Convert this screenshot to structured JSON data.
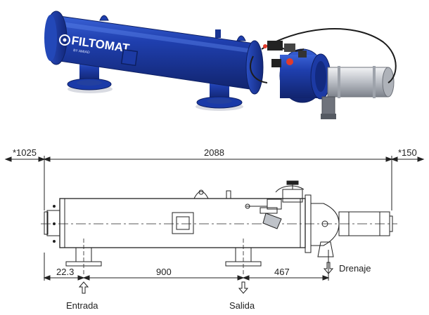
{
  "product": {
    "brand": "FILTOMAT",
    "brand_sub": "BY AMIAD",
    "colors": {
      "body": "#1f3fae",
      "body_dark": "#13287a",
      "body_light": "#3a62d6",
      "steel": "#c9ccd2",
      "drain": "#7b7f88"
    }
  },
  "drawing": {
    "dimensions": {
      "left_clearance": "*1025",
      "overall_length": "2088",
      "right_clearance": "*150",
      "inlet_offset": "22.3",
      "inlet_outlet_spacing": "900",
      "outlet_to_drain": "467"
    },
    "labels": {
      "inlet": "Entrada",
      "outlet": "Salida",
      "drain": "Drenaje"
    },
    "line_color": "#222222"
  }
}
